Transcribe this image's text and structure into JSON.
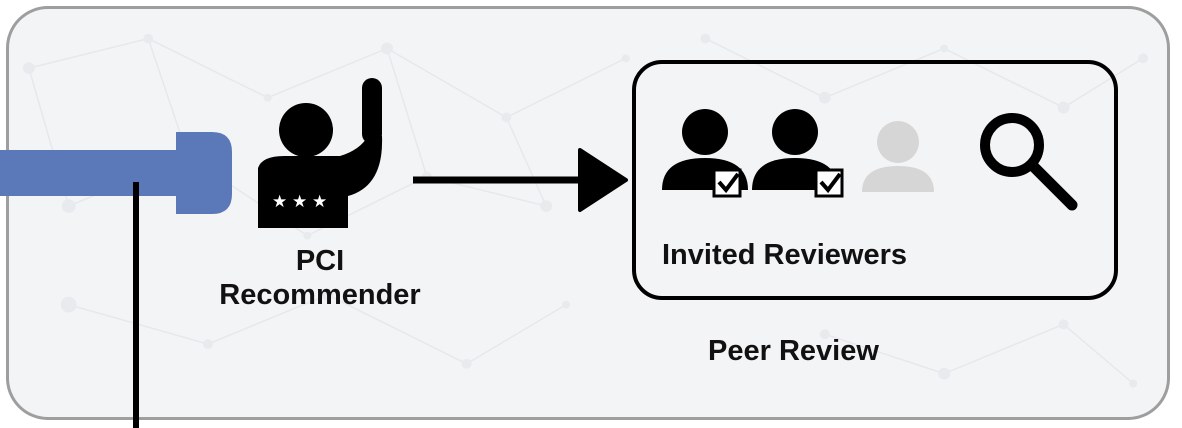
{
  "recommender": {
    "line1": "PCI",
    "line2": "Recommender",
    "icon": "recommender-raised-hand-stars-icon"
  },
  "reviewers": {
    "label": "Invited Reviewers",
    "icons": [
      "reviewer-accepted-icon",
      "reviewer-accepted-icon",
      "reviewer-pending-icon",
      "search-icon"
    ]
  },
  "stage": {
    "label": "Peer Review"
  },
  "colors": {
    "incoming_arrow": "#5b79b8",
    "stroke": "#000000",
    "pending_reviewer": "#d6d6d6",
    "panel_border": "#9e9e9e",
    "panel_background": "#f3f4f6"
  }
}
